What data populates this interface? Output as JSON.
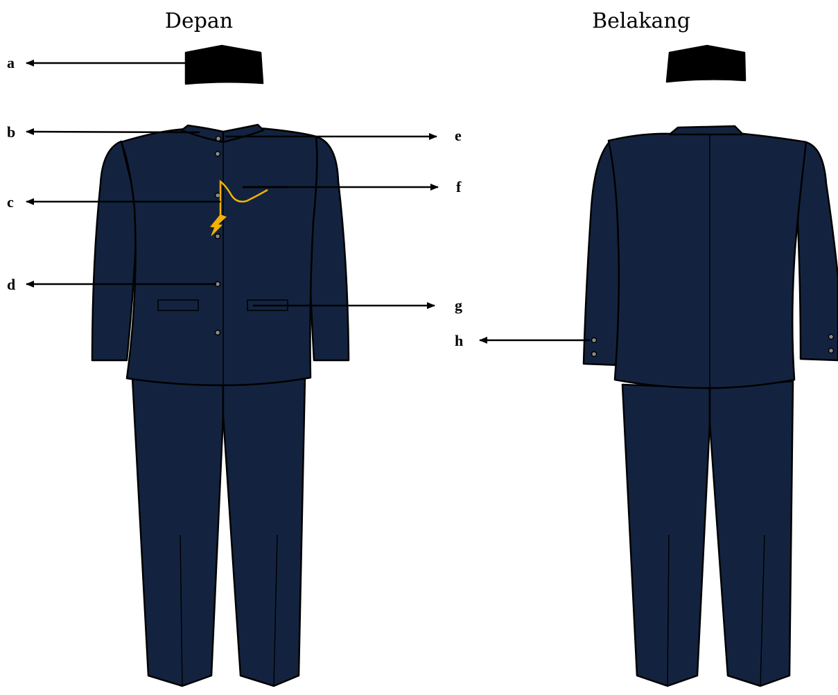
{
  "views": {
    "front_title": "Depan",
    "back_title": "Belakang"
  },
  "labels": {
    "a": "a",
    "b": "b",
    "c": "c",
    "d": "d",
    "e": "e",
    "f": "f",
    "g": "g",
    "h": "h"
  },
  "colors": {
    "uniform": "#13233F",
    "cap": "#000000",
    "button": "#8A8A8A",
    "cord": "#F2B300",
    "outline": "#000000"
  }
}
